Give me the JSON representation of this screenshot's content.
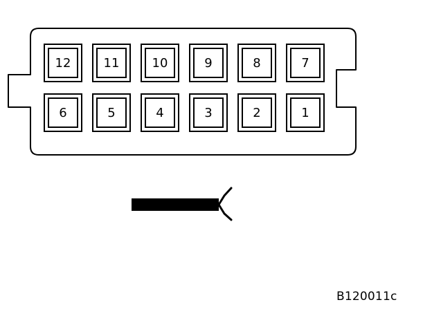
{
  "connector": {
    "top_row_pins": [
      "12",
      "11",
      "10",
      "9",
      "8",
      "7"
    ],
    "bottom_row_pins": [
      "6",
      "5",
      "4",
      "3",
      "2",
      "1"
    ]
  },
  "figure_id": "B120011c"
}
